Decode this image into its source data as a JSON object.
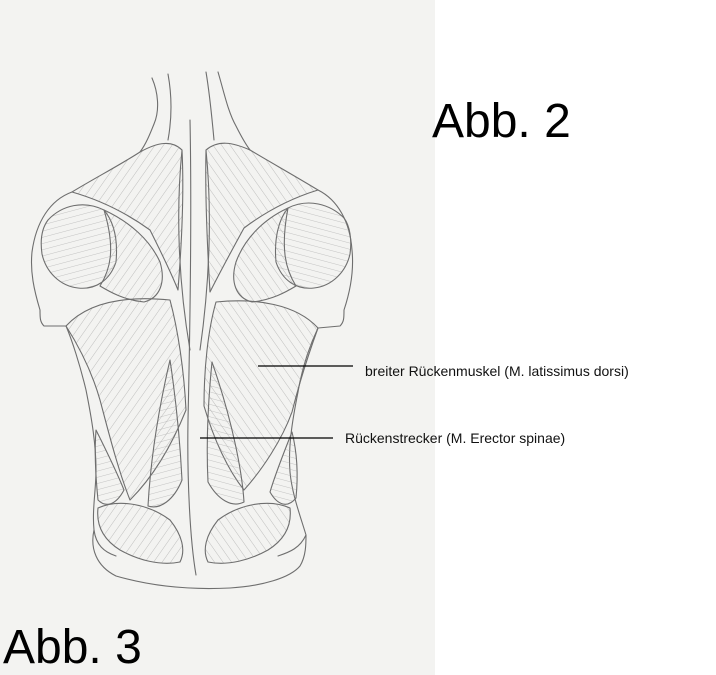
{
  "figure_labels": {
    "abb2": "Abb. 2",
    "abb3": "Abb. 3"
  },
  "annotations": {
    "latissimus": "breiter Rückenmuskel (M. latissimus dorsi)",
    "erector": "Rückenstrecker (M. Erector spinae)"
  },
  "colors": {
    "paper": "#f3f3f1",
    "pencil": "#6e6e6e",
    "hatch": "#9a9a9a",
    "label_line": "#000000"
  }
}
